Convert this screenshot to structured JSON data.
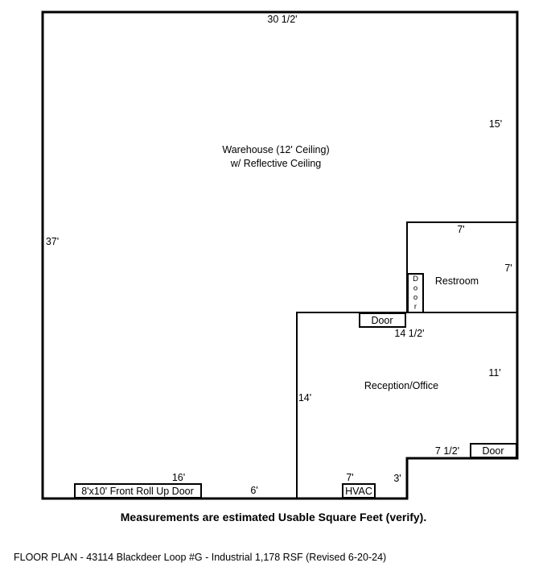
{
  "floor_plan": {
    "rooms": {
      "warehouse_line1": "Warehouse (12' Ceiling)",
      "warehouse_line2": "w/ Reflective Ceiling",
      "restroom": "Restroom",
      "reception": "Reception/Office"
    },
    "dimensions": {
      "top_width": "30 1/2'",
      "right_upper": "15'",
      "left_height": "37'",
      "restroom_width": "7'",
      "restroom_height": "7'",
      "office_width": "14 1/2'",
      "office_height_right": "11'",
      "office_height_left": "14'",
      "notch_width": "7 1/2'",
      "notch_height": "3'",
      "bottom_door_span": "16'",
      "bottom_mid": "6'",
      "bottom_office": "7'"
    },
    "fixtures": {
      "office_door": "Door",
      "restroom_door": "Door",
      "notch_door": "Door",
      "hvac": "HVAC",
      "roll_up_door": "8'x10' Front Roll Up Door"
    }
  },
  "note": "Measurements are estimated Usable Square Feet (verify).",
  "footer": "FLOOR PLAN - 43114 Blackdeer Loop #G - Industrial 1,178 RSF (Revised 6-20-24)"
}
